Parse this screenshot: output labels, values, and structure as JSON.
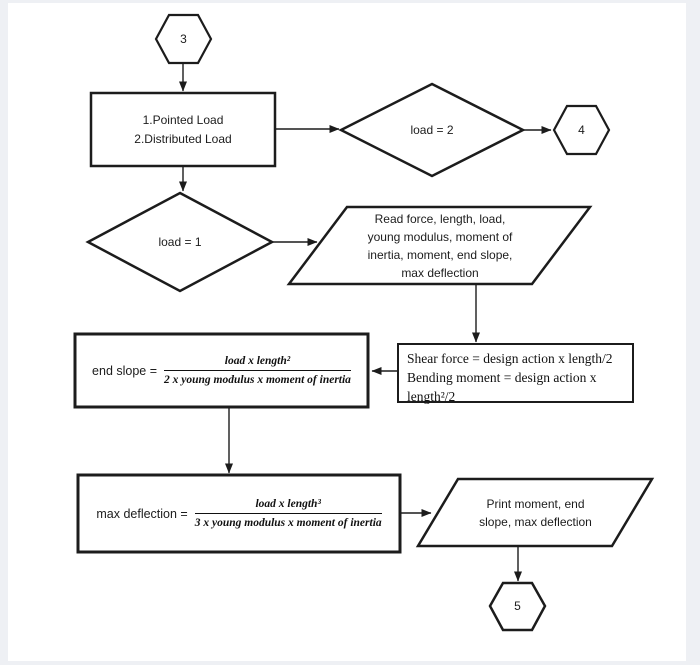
{
  "page": {
    "background": "#ffffff",
    "frame_color": "#eef0f4",
    "stroke_color": "#1c1c1c"
  },
  "nodes": {
    "connector_3": {
      "label": "3"
    },
    "load_options": {
      "lines": [
        "1.Pointed Load",
        "2.Distributed Load"
      ]
    },
    "decision_load2": {
      "label": "load = 2"
    },
    "connector_4": {
      "label": "4"
    },
    "decision_load1": {
      "label": "load = 1"
    },
    "read_io": {
      "lines": [
        "Read force, length, load,",
        "young modulus, moment of",
        "inertia, moment, end slope,",
        "max deflection"
      ]
    },
    "shear_calc": {
      "lines": [
        "Shear force = design action x length/2",
        "Bending moment = design action x",
        "length²/2"
      ]
    },
    "end_slope": {
      "prefix": "end slope =",
      "numerator": "load x length²",
      "denominator": "2 x young modulus x moment of inertia"
    },
    "max_deflection": {
      "prefix": "max deflection =",
      "numerator": "load x length³",
      "denominator": "3 x young modulus x moment of inertia"
    },
    "print_io": {
      "lines": [
        "Print moment, end",
        "slope, max deflection"
      ]
    },
    "connector_5": {
      "label": "5"
    }
  }
}
